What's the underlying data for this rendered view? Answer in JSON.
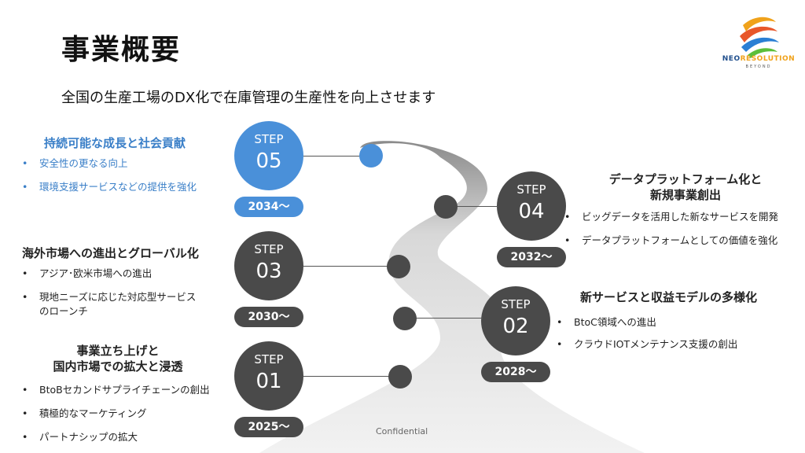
{
  "title": "事業概要",
  "subtitle": "全国の生産工場のDX化で在庫管理の生産性を向上させます",
  "logo": {
    "brand_a": "NEO",
    "brand_b": "RESOLUTION",
    "tagline": "BEYOND"
  },
  "colors": {
    "dark": "#4a4a4a",
    "blue": "#4a90d9"
  },
  "steps": [
    {
      "label": "STEP",
      "number": "05",
      "year": "2034〜",
      "heading": "持続可能な成長と社会貢献",
      "bullets": [
        "安全性の更なる向上",
        "環境支援サービスなどの提供を強化"
      ]
    },
    {
      "label": "STEP",
      "number": "04",
      "year": "2032〜",
      "heading_line1": "データプラットフォーム化と",
      "heading_line2": "新規事業創出",
      "bullets": [
        "ビッグデータを活用した新なサービスを開発",
        "データプラットフォームとしての価値を強化"
      ]
    },
    {
      "label": "STEP",
      "number": "03",
      "year": "2030〜",
      "heading": "海外市場への進出とグローバル化",
      "bullets": [
        "アジア･欧米市場への進出",
        "現地ニーズに応じた対応型サービス",
        "のローンチ"
      ]
    },
    {
      "label": "STEP",
      "number": "02",
      "year": "2028〜",
      "heading": "新サービスと収益モデルの多様化",
      "bullets": [
        "BtoC領域への進出",
        "クラウドIOTメンテナンス支援の創出"
      ]
    },
    {
      "label": "STEP",
      "number": "01",
      "year": "2025〜",
      "heading_line1": "事業立ち上げと",
      "heading_line2": "国内市場での拡大と浸透",
      "bullets": [
        "BtoBセカンドサプライチェーンの創出",
        "積極的なマーケティング",
        "パートナシップの拡大"
      ]
    }
  ],
  "footer": "Confidential"
}
